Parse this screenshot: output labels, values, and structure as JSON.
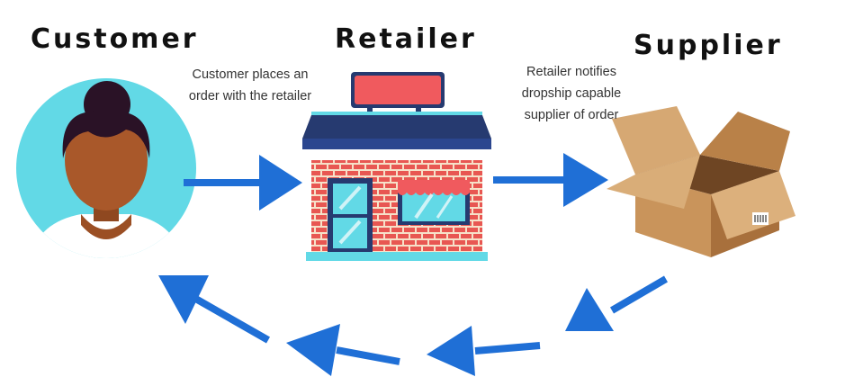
{
  "headings": {
    "customer": "Customer",
    "retailer": "Retailer",
    "supplier": "Supplier"
  },
  "captions": {
    "customer_to_retailer": [
      "Customer places an",
      "order with the retailer"
    ],
    "retailer_to_supplier": [
      "Retailer notifies",
      "dropship capable",
      "supplier of order"
    ]
  },
  "icons": {
    "customer": "customer-avatar-icon",
    "retailer": "storefront-icon",
    "supplier": "cardboard-box-icon"
  },
  "colors": {
    "arrow": "#1f6fd6",
    "avatar_circle": "#62d9e6",
    "skin": "#a9582a",
    "hair": "#2a1226",
    "sign": "#f05a5e",
    "awning_dark": "#263a70",
    "brick": "#e85752",
    "box": "#c9945b"
  }
}
